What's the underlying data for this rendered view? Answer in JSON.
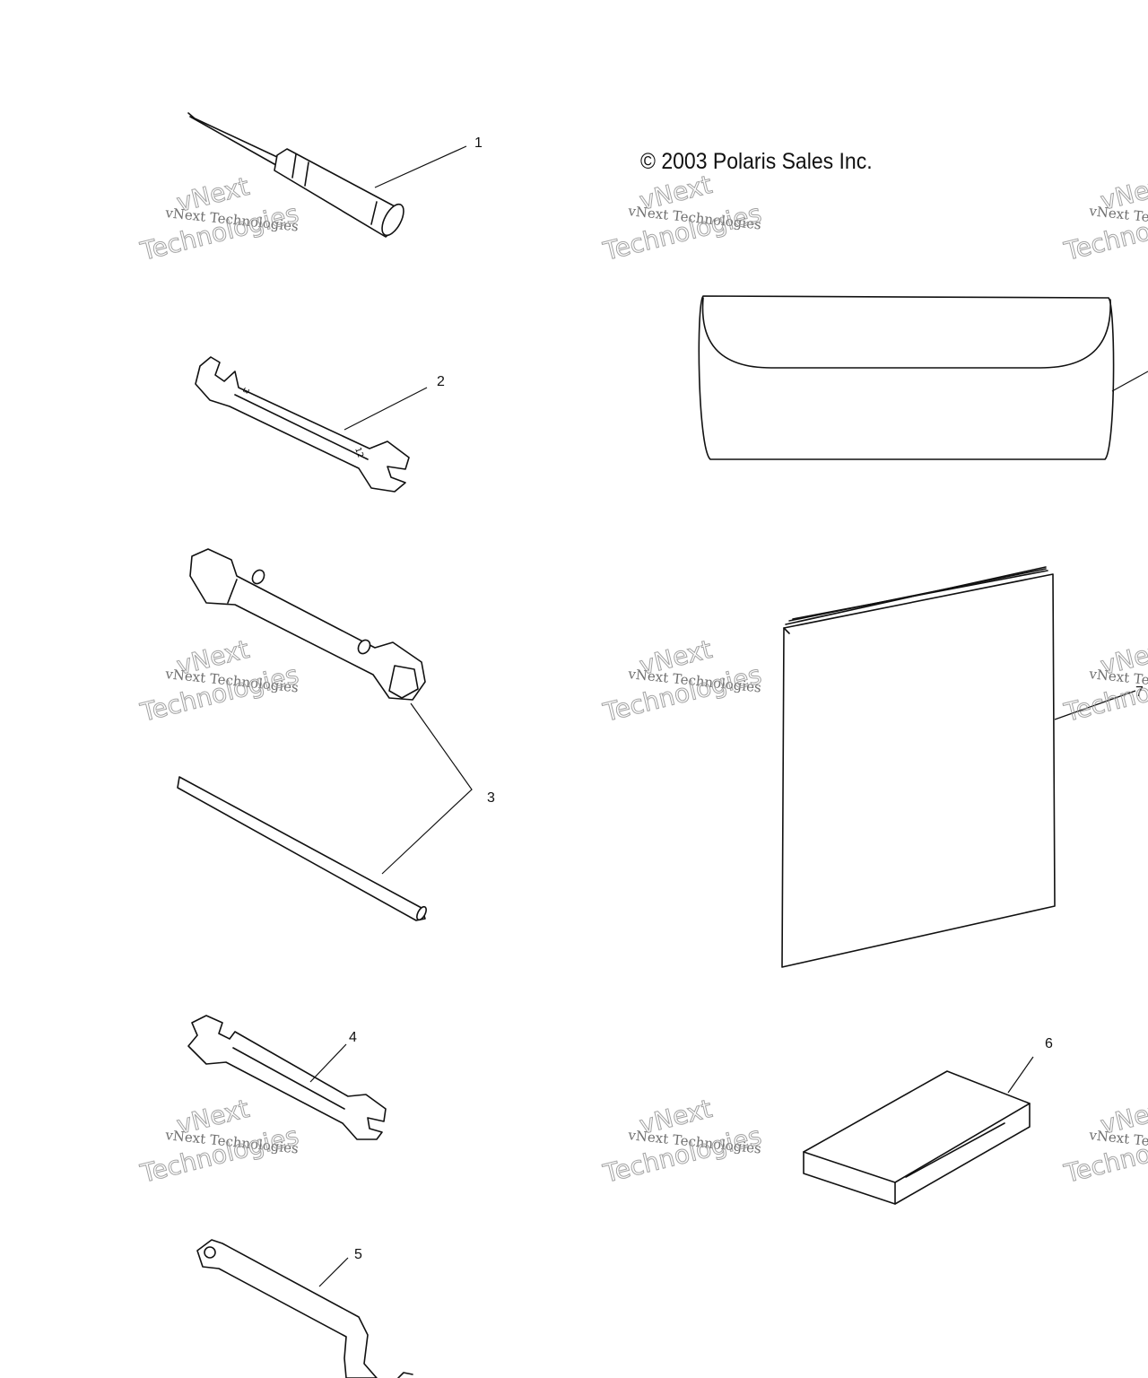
{
  "copyright": "© 2003 Polaris Sales Inc.",
  "callouts": [
    "1",
    "2",
    "3",
    "4",
    "5",
    "6",
    "7"
  ],
  "watermark": {
    "line1": "vNext Technologies",
    "line2": "vNext",
    "line3": "Technologies"
  },
  "parts": [
    {
      "callout": "1",
      "icon": "screwdriver-icon"
    },
    {
      "callout": "2",
      "icon": "open-end-wrench-icon"
    },
    {
      "callout": "3",
      "icon": "spark-plug-socket-wrench-icon"
    },
    {
      "callout": "4",
      "icon": "open-end-wrench-icon"
    },
    {
      "callout": "5",
      "icon": "spanner-wrench-icon"
    },
    {
      "callout": "6",
      "icon": "booklet-icon"
    },
    {
      "callout": "7",
      "icon": "owners-manual-icon"
    }
  ],
  "colors": {
    "line": "#111111",
    "background": "#ffffff",
    "watermark": "#9a9a9a"
  }
}
